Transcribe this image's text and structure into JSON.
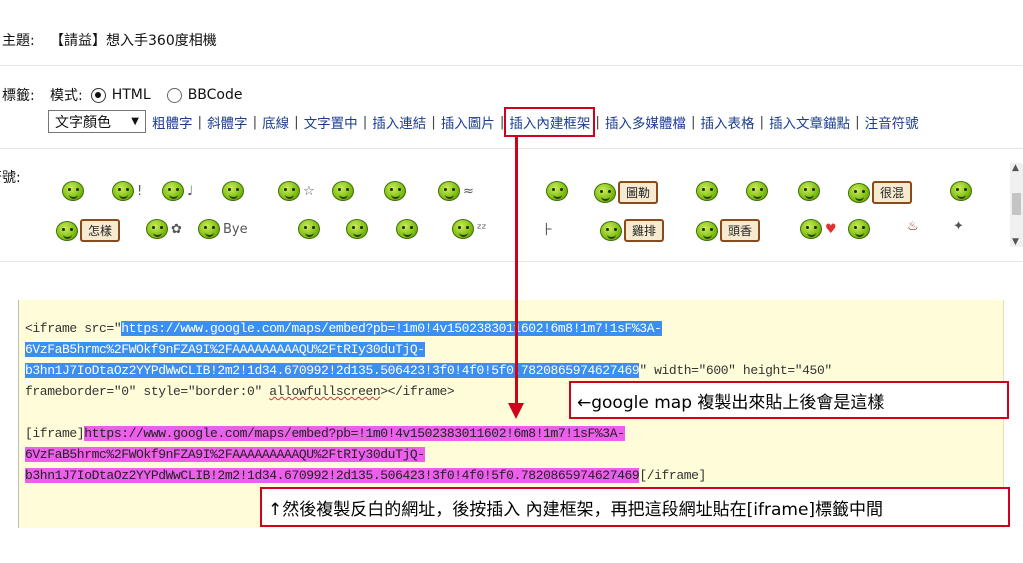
{
  "subject": {
    "label": "主題:",
    "value": "【請益】想入手360度相機"
  },
  "tags": {
    "label": "標籤:",
    "mode_label": "模式:",
    "mode_options": [
      "HTML",
      "BBCode"
    ],
    "selected_mode": "HTML"
  },
  "toolbar": {
    "color_select": "文字顏色",
    "items": [
      "粗體字",
      "斜體字",
      "底線",
      "文字置中",
      "插入連結",
      "插入圖片",
      "插入內建框架",
      "插入多媒體檔",
      "插入表格",
      "插入文章錨點",
      "注音符號"
    ],
    "highlighted": "插入內建框架"
  },
  "smileys": {
    "label": "符號:",
    "sign_texts": [
      "圖勒",
      "很混",
      "怎樣",
      "雞排",
      "頭香"
    ],
    "extras": [
      "Bye"
    ]
  },
  "editor": {
    "line1_a": "<iframe src=\"",
    "line1_b": "https://www.google.com/maps/embed?pb=!1m0!4v1502383011602!6m8!1m7!1sF%3A-",
    "line2": "6VzFaB5hrmc%2FWOkf9nFZA9I%2FAAAAAAAAAQU%2FtRIy30duTjQ-",
    "line3_a": "b3hn1J7IoDtaOz2YYPdWwCLIB!2m2!1d34.670992!2d135.506423!3f0!4f0!5f0.7820865974627469",
    "line3_b": "\" width=\"600\" height=\"450\"",
    "line4_a": "frameborder=\"0\" style=\"border:0\" ",
    "line4_b": "allowfullscreen",
    "line4_c": "></iframe>",
    "line5_a": "[iframe]",
    "line5_b": "https://www.google.com/maps/embed?pb=!1m0!4v1502383011602!6m8!1m7!1sF%3A-",
    "line6": "6VzFaB5hrmc%2FWOkf9nFZA9I%2FAAAAAAAAAQU%2FtRIy30duTjQ-",
    "line7_a": "b3hn1J7IoDtaOz2YYPdWwCLIB!2m2!1d34.670992!2d135.506423!3f0!4f0!5f0.7820865974627469",
    "line7_b": "[/iframe]"
  },
  "annotations": {
    "note1": "←google map 複製出來貼上後會是這樣",
    "note2": "↑然後複製反白的網址，後按插入 內建框架，再把這段網址貼在[iframe]標籤中間"
  },
  "colors": {
    "highlight_red": "#d0021b",
    "selection_blue": "#3b8ff0",
    "selection_pink": "#ec5fea",
    "editor_bg": "#fffdd9"
  }
}
